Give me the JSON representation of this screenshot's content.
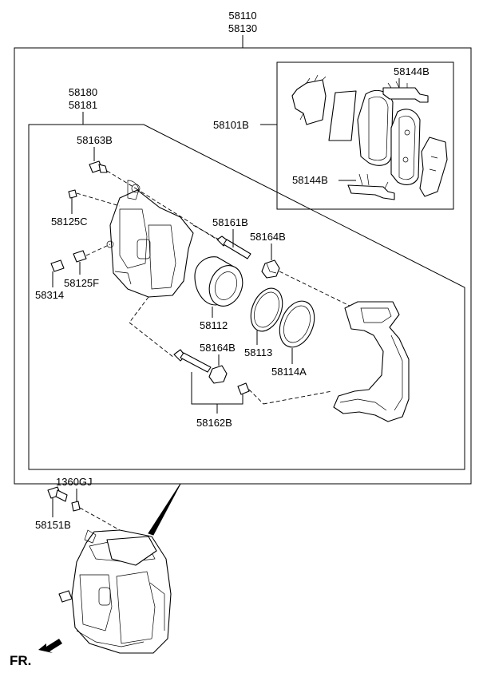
{
  "labels": {
    "assembly_top": "58110",
    "assembly_bottom": "58130",
    "caliper_top": "58180",
    "caliper_bottom": "58181",
    "pad_kit": "58101B",
    "pad_shim_top": "58144B",
    "pad_shim_bottom": "58144B",
    "bolt_58163b": "58163B",
    "cap_58125c": "58125C",
    "bleeder_58314": "58314",
    "cap_58125f": "58125F",
    "guide_pin_58161b": "58161B",
    "boot_58164b_top": "58164B",
    "piston_58112": "58112",
    "seal_58113": "58113",
    "boot_58114a": "58114A",
    "boot_58164b_bottom": "58164B",
    "pin_58162b": "58162B",
    "washer_1360gj": "1360GJ",
    "bolt_58151b": "58151B",
    "front_indicator": "FR."
  }
}
